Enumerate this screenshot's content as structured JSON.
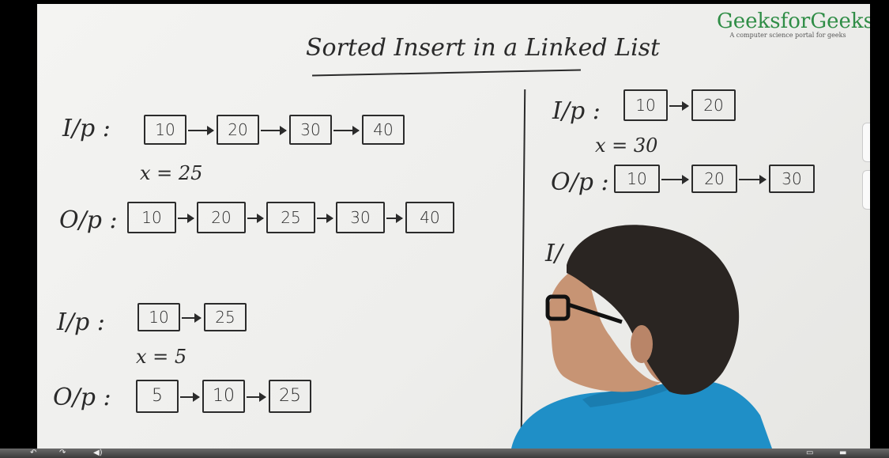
{
  "logo": {
    "name": "GeeksforGeeks",
    "tagline": "A computer science portal for geeks"
  },
  "title": "Sorted Insert in a Linked List",
  "examples": {
    "ex1": {
      "ip_label": "I/p :",
      "ip_nodes": [
        "10",
        "20",
        "30",
        "40"
      ],
      "x_label": "x = 25",
      "op_label": "O/p :",
      "op_nodes": [
        "10",
        "20",
        "25",
        "30",
        "40"
      ]
    },
    "ex2": {
      "ip_label": "I/p :",
      "ip_nodes": [
        "10",
        "25"
      ],
      "x_label": "x = 5",
      "op_label": "O/p :",
      "op_nodes": [
        "5",
        "10",
        "25"
      ]
    },
    "ex3": {
      "ip_label": "I/p :",
      "ip_nodes": [
        "10",
        "20"
      ],
      "x_label": "x = 30",
      "op_label": "O/p :",
      "op_nodes": [
        "10",
        "20",
        "30"
      ],
      "partial_label": "I/"
    }
  },
  "colors": {
    "ink": "#2b2b2b",
    "brand_green": "#2f8d46",
    "board": "#f2f2f0",
    "shirt": "#1f8fc7"
  },
  "player": {
    "controls": [
      "rewind-icon",
      "forward-icon",
      "volume-icon",
      "captions-icon",
      "fullscreen-icon"
    ]
  }
}
